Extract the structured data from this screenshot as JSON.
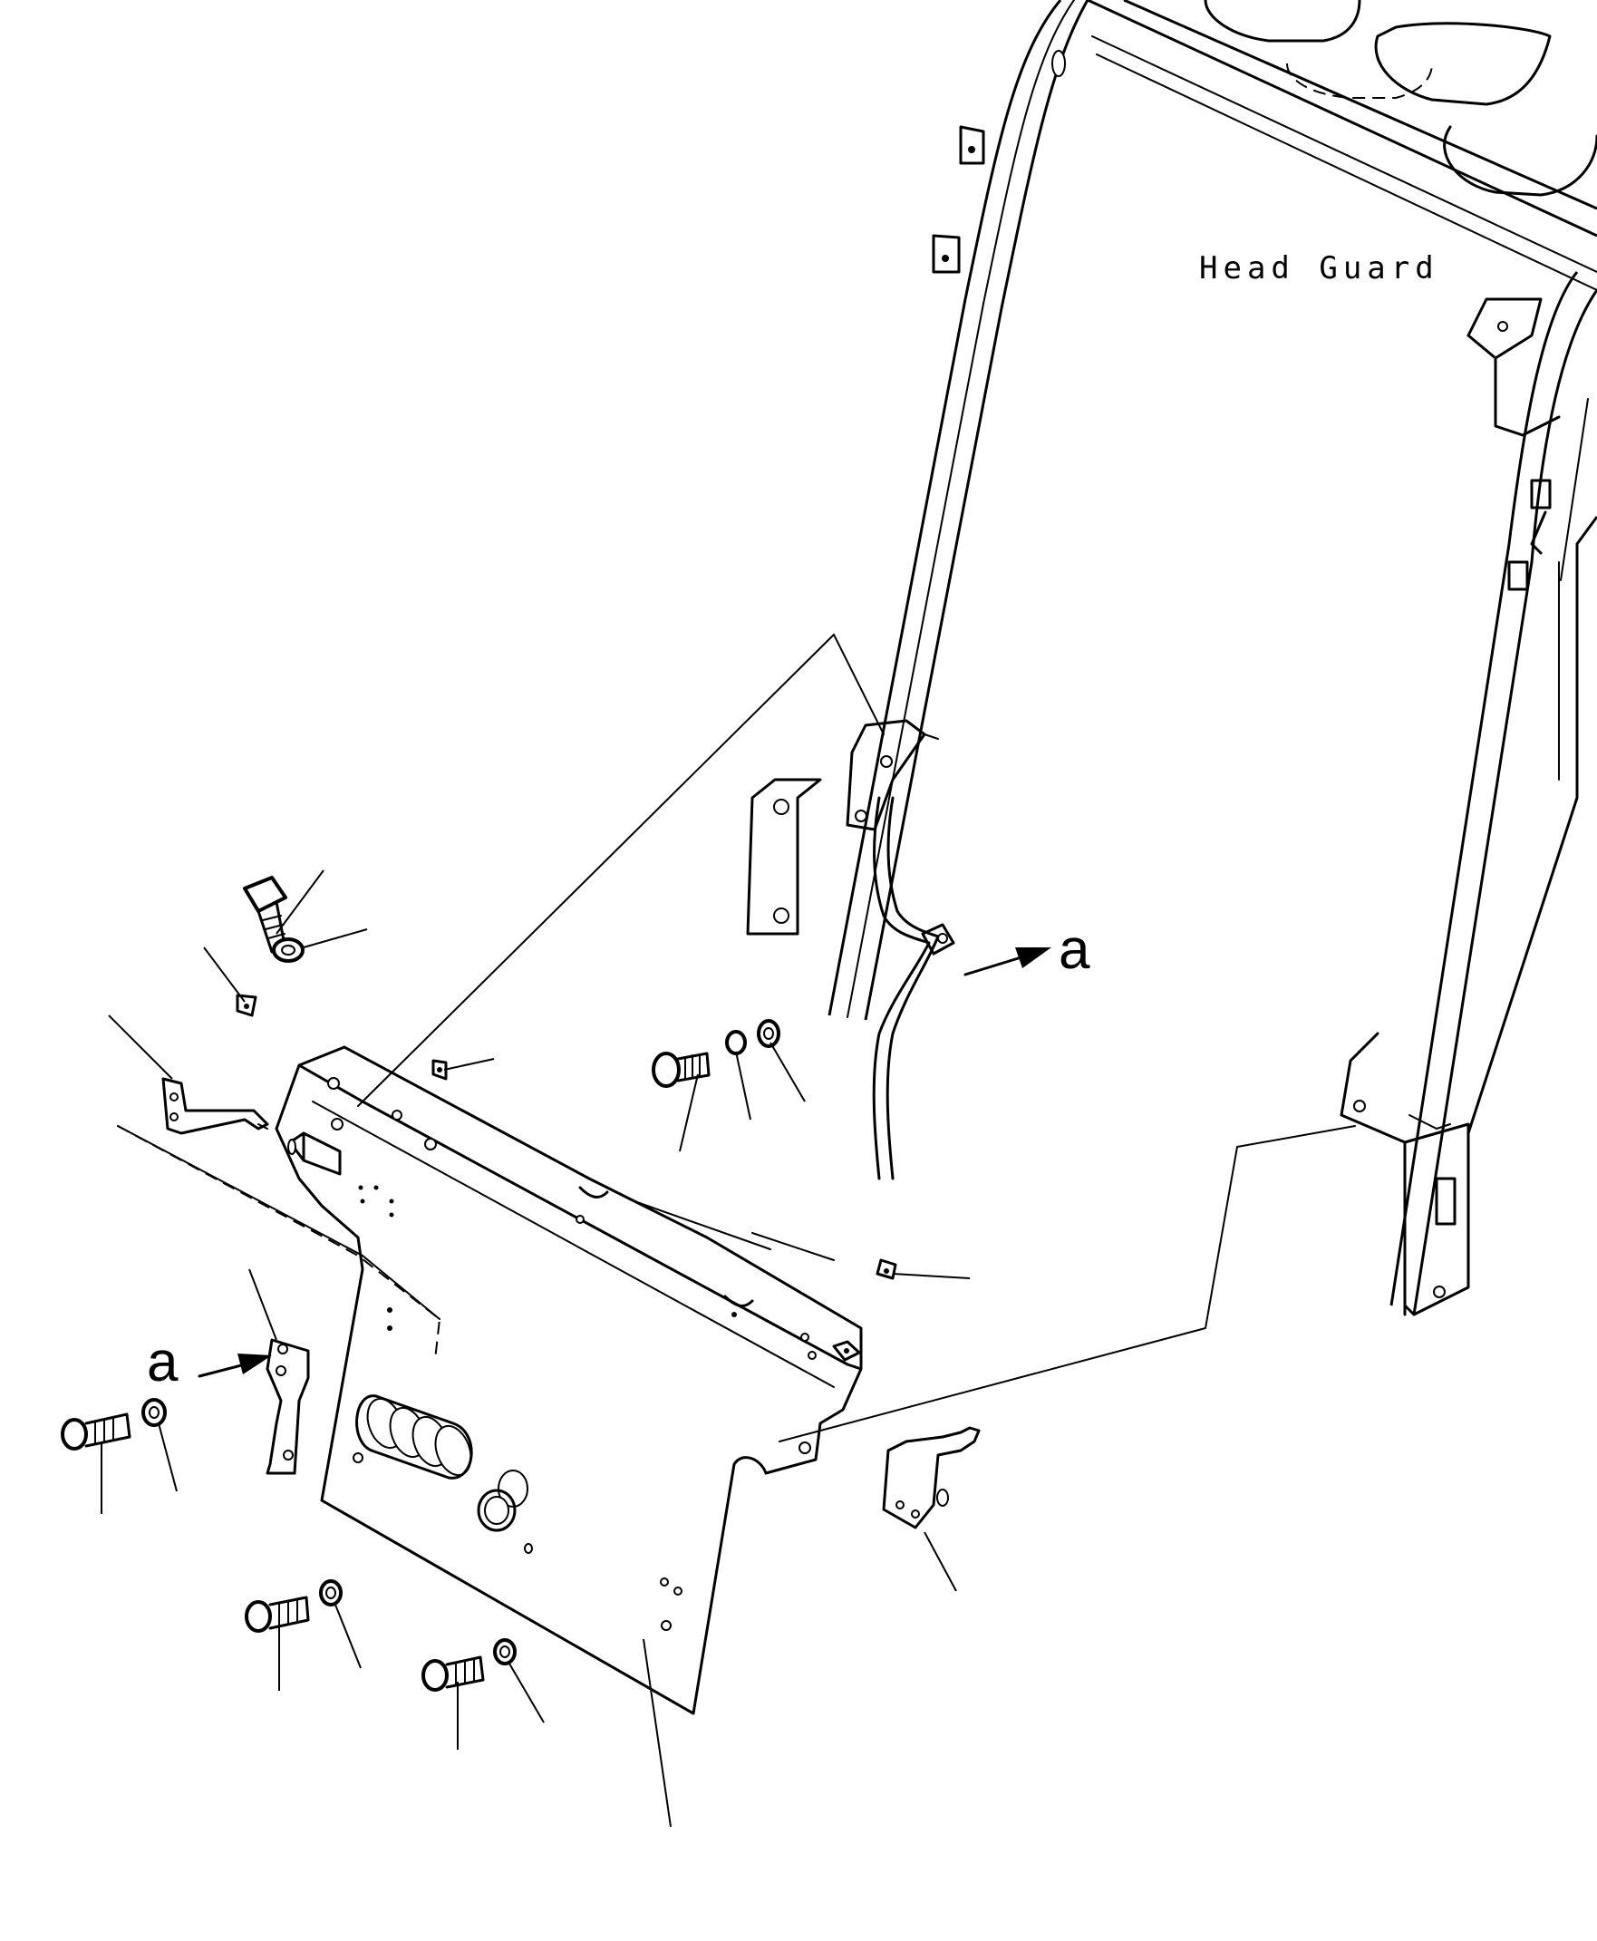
{
  "labels": {
    "head_guard": "Head Guard",
    "view_a_right": "a",
    "view_a_left": "a"
  },
  "colors": {
    "line": "#000000",
    "background": "#ffffff"
  }
}
